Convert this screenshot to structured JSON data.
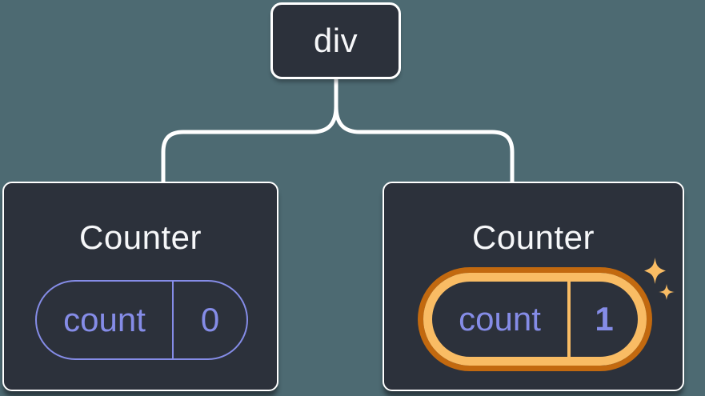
{
  "diagram": {
    "type": "react-component-tree",
    "background_color": "#4D6A72",
    "node_fill_color": "#2C313B",
    "connector_color": "#FFFFFF",
    "state_accent_color": "#858CE7",
    "highlight_ring_outer_color": "#C2690F",
    "highlight_ring_inner_color": "#F9BC64",
    "root": {
      "label": "div"
    },
    "children": [
      {
        "title": "Counter",
        "state": {
          "key": "count",
          "value": "0"
        },
        "highlighted": false
      },
      {
        "title": "Counter",
        "state": {
          "key": "count",
          "value": "1"
        },
        "highlighted": true
      }
    ]
  }
}
